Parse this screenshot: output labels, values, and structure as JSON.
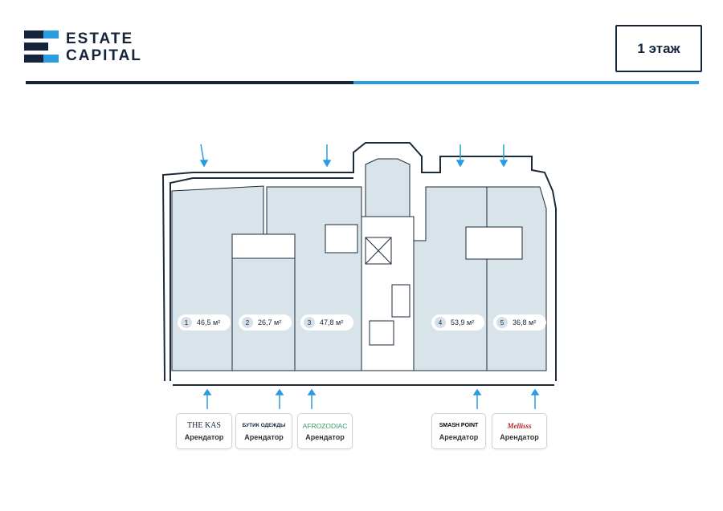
{
  "header": {
    "logo_line1": "ESTATE",
    "logo_line2": "CAPITAL",
    "floor_label": "1 этаж"
  },
  "colors": {
    "navy": "#14243a",
    "accent": "#2b9be0",
    "unit_fill": "#d9e3ea"
  },
  "units": [
    {
      "num": "1",
      "area": "46,5 м²"
    },
    {
      "num": "2",
      "area": "26,7 м²"
    },
    {
      "num": "3",
      "area": "47,8 м²"
    },
    {
      "num": "4",
      "area": "53,9 м²"
    },
    {
      "num": "5",
      "area": "36,8 м²"
    }
  ],
  "tenants": [
    {
      "brand": "THE KAS",
      "role": "Арендатор"
    },
    {
      "brand": "БУТИК ОДЕЖДЫ",
      "role": "Арендатор"
    },
    {
      "brand": "AFROZODIAC",
      "role": "Арендатор"
    },
    {
      "brand": "SMASH POINT",
      "role": "Арендатор"
    },
    {
      "brand": "Mellisss",
      "role": "Арендатор"
    }
  ]
}
